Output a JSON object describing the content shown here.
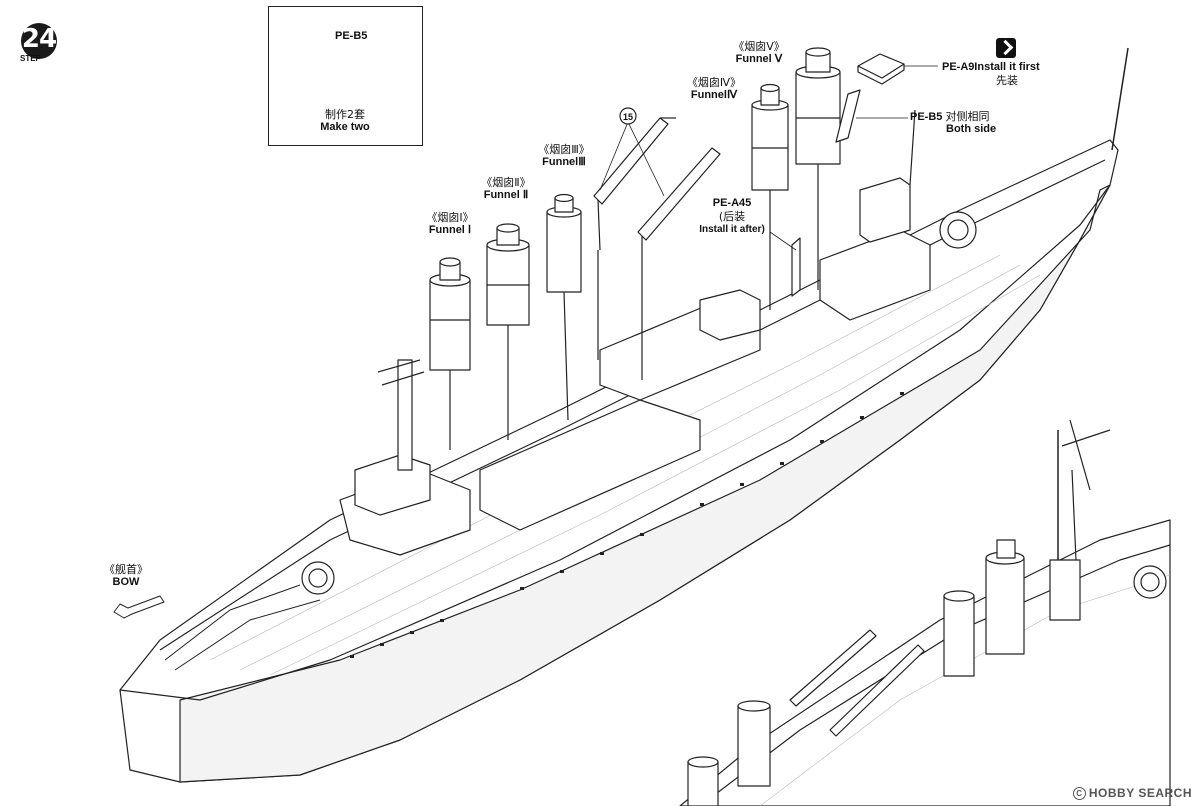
{
  "step": {
    "number": "24",
    "word": "STEP"
  },
  "inset": {
    "part": "PE-B5",
    "note_zh": "制作2套",
    "note_en": "Make two"
  },
  "callout_number": "15",
  "funnels": [
    {
      "zh": "《烟囱Ⅰ》",
      "en": "Funnel Ⅰ"
    },
    {
      "zh": "《烟囱Ⅱ》",
      "en": "Funnel Ⅱ"
    },
    {
      "zh": "《烟囱Ⅲ》",
      "en": "FunnelⅢ"
    },
    {
      "zh": "《烟囱Ⅳ》",
      "en": "FunnelⅣ"
    },
    {
      "zh": "《烟囱Ⅴ》",
      "en": "Funnel Ⅴ"
    }
  ],
  "parts": {
    "a45": {
      "code": "PE-A45",
      "zh": "(后装",
      "en": "Install it after)"
    },
    "a9": {
      "code": "PE-A9",
      "en": "Install it first",
      "zh": "先装"
    },
    "b5": {
      "code": "PE-B5",
      "zh": "对侧相同",
      "en": "Both side"
    }
  },
  "bow": {
    "zh": "《舰首》",
    "en": "BOW"
  },
  "watermark": "HOBBY SEARCH",
  "colors": {
    "ink": "#111111",
    "paper": "#ffffff",
    "hull_shade": "#e8e8e8"
  }
}
